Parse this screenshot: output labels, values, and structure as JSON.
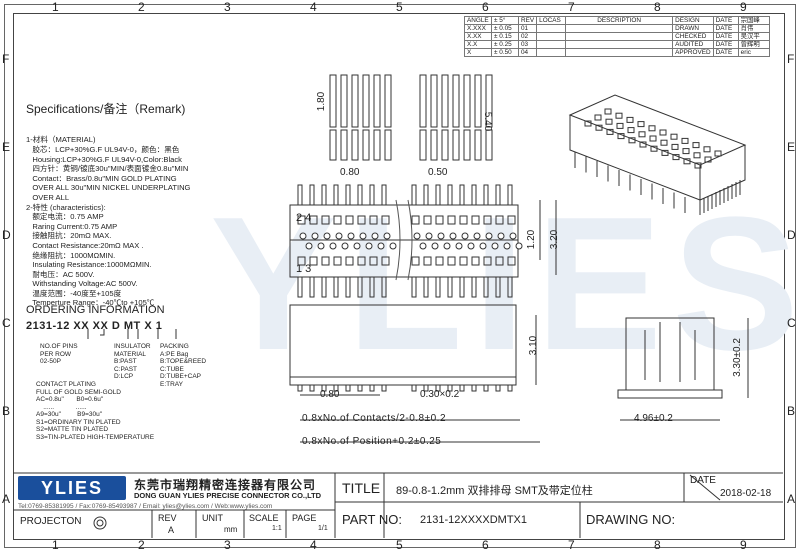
{
  "grid": {
    "cols": [
      "1",
      "2",
      "3",
      "4",
      "5",
      "6",
      "7",
      "8",
      "9"
    ],
    "rows": [
      "F",
      "E",
      "D",
      "C",
      "B",
      "A"
    ]
  },
  "revision_table": {
    "angle_label": "ANGLE",
    "angle_value": "± 5°",
    "rev_label": "REV",
    "locas_label": "LOCAS",
    "description_label": "DESCRIPTION",
    "tolerances": [
      {
        "dec": "X.XXX",
        "tol": "± 0.05",
        "rev": "01"
      },
      {
        "dec": "X.XX",
        "tol": "± 0.15",
        "rev": "02"
      },
      {
        "dec": "X.X",
        "tol": "± 0.25",
        "rev": "03"
      },
      {
        "dec": "X",
        "tol": "± 0.50",
        "rev": "04"
      }
    ],
    "signoffs": [
      {
        "role": "DESIGN",
        "date": "DATE",
        "name": "宗国峰"
      },
      {
        "role": "DRAWN",
        "date": "DATE",
        "name": "肖伟"
      },
      {
        "role": "CHECKED",
        "date": "DATE",
        "name": "吴汉平"
      },
      {
        "role": "AUDITED",
        "date": "DATE",
        "name": "曾辉明"
      },
      {
        "role": "APPROVED",
        "date": "DATE",
        "name": "eric"
      }
    ]
  },
  "specs": {
    "title": "Specifications/备注（Remark)",
    "lines": [
      "1-材料（MATERIAL)",
      "   胶芯：LCP+30%G.F UL94V-0，颜色：黑色",
      "   Housing:LCP+30%G.F UL94V-0,Color:Black",
      "   四方针：黄铜/镀底30u\"MIN/表面镀金0.8u\"MIN",
      "   Contact：Brass/0.8u\"MIN GOLD PLATING",
      "   OVER ALL 30u\"MIN NICKEL UNDERPLATING",
      "   OVER ALL",
      "2-特性 (characteristics):",
      "   额定电流：0.75 AMP",
      "   Raring Current:0.75 AMP",
      "   接触阻抗：20mΩ MAX.",
      "   Contact Resistance:20mΩ MAX .",
      "   绝缘阻抗：1000MΩMIN.",
      "   Insulating Resistance:1000MΩMIN.",
      "   耐电压：AC 500V.",
      "   Withstanding Voltage:AC 500V.",
      "   温度范围：-40度至+105度",
      "   Temperture Range：-40℃to +105℃"
    ]
  },
  "ordering": {
    "title": "ORDERING INFORMATION",
    "code": "2131-12 XX XX D  MT  X 1",
    "pins": "NO.OF PINS\nPER ROW\n02-50P",
    "insulator": "INSULATOR\nMATERIAL\nB:PAST\nC:PAST\nD:LCP",
    "packing": "PACKING\nA:PE Bag\nB:TOPE&REED\nC:TUBE\nD:TUBE+CAP\nE:TRAY",
    "plating": "CONTACT PLATING\nFULL OF GOLD SEMI-GOLD\nAC=0.8u\"       B0=0.6u\"\n    ......            ......\nA9=30u\"         B9=30u\"\nS1=ORDINARY TIN PLATED\nS2=MATTE TIN PLATED\nS3=TIN-PLATED HIGH-TEMPERATURE"
  },
  "dimensions": {
    "d180": "1.80",
    "d540": "5.40",
    "d080_top": "0.80",
    "d050": "0.50",
    "row_top": "2  4",
    "row_bot": "1  3",
    "d120": "1.20",
    "d320": "3.20",
    "d310": "3.10",
    "d080_bot": "0.80",
    "d030": "0.30×0.2",
    "contacts": "0.8xNo.of Contacts/2-0.8±0.2",
    "position": "0.8xNo.of Position+0.2±0.25",
    "d330": "3.30±0.2",
    "d496": "4.96±0.2"
  },
  "title_block": {
    "company_cn": "东莞市瑞翔精密连接器有限公司",
    "company_en": "DONG GUAN YLIES PRECISE CONNECTOR CO.,LTD",
    "contact": "Tel:0769-85381995 / Fax:0769-85493987 / Email: ylies@ylies.com / Web:www.ylies.com",
    "logo": "YLIES",
    "title_label": "TITLE",
    "title_value": "89-0.8-1.2mm  双排排母  SMT及带定位柱",
    "date_label": "DATE",
    "date_value": "2018-02-18",
    "projection_label": "PROJECTON",
    "rev_label": "REV",
    "rev_value": "A",
    "unit_label": "UNIT",
    "unit_value": "mm",
    "scale_label": "SCALE",
    "scale_value": "1:1",
    "page_label": "PAGE",
    "page_value": "1/1",
    "partno_label": "PART NO:",
    "partno_value": "2131-12XXXXDMTX1",
    "drawing_label": "DRAWING NO:",
    "drawing_value": ""
  },
  "colors": {
    "line": "#333333",
    "logo_bg": "#1a4f9c",
    "watermark": "#e8eef5"
  }
}
